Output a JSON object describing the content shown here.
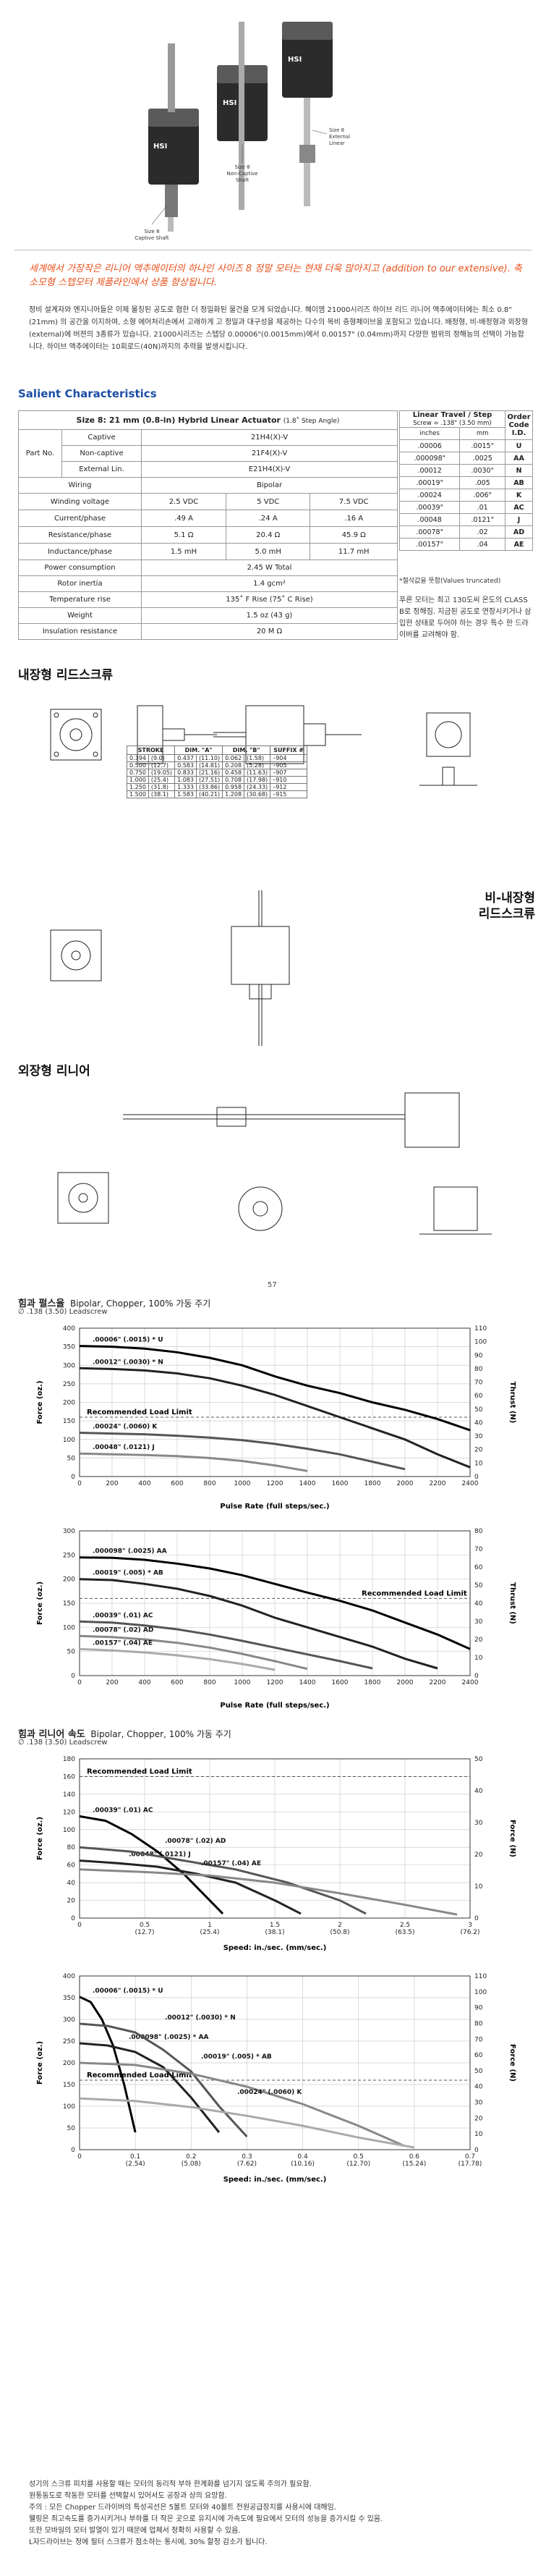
{
  "hero": {
    "labels": {
      "captive": [
        "Size 8",
        "Captive Shaft"
      ],
      "noncaptive": [
        "Size 8",
        "Non-Captive",
        "Shaft"
      ],
      "external": [
        "Size 8",
        "External",
        "Linear"
      ]
    }
  },
  "intro": {
    "lead": "세계에서 가장작은 리니어 액추에이터의 하나인 사이즈 8 정말 모터는 현재 더욱 많아지고 (addition to our extensive). 축소모형 스텝모터 제품라인에서 상품 향상됩니다.",
    "body": "정비 설계자와 엔지니어들은 이제 몰칭된 공도로 협한 더 정밀화된 물건을 모게 되었습니다. 혜이엠 21000시리즈 하이브 리드 리니어 액추에이터에는 최소 0.8\"(21mm) 의 공간을 이지하여, 소형 에어처리손에서 고래하게 고 정밀과 대구성을 제공하는 다수의 목비 층형체이브을 포함되고 있습니다. 배정형, 비-배정형과 외장형(external)에 버젼의 3종류가 있습니다. 21000시리즈는 스텝당 0.00006\"(0.0015mm)에서 0.00157\" (0.04mm)까지 다양한 범위의 정해능의 선택이 가능합니다. 하이브 액추에이터는 10회로드(40N)까지의 추력을 발생시킵니다."
  },
  "salient": {
    "title": "Salient Characteristics",
    "size_header": "Size 8:  21 mm (0.8-in) Hybrid Linear Actuator",
    "size_header_sub": "(1.8˚ Step Angle)",
    "part_no_label": "Part No.",
    "rows_part": [
      {
        "label": "Captive",
        "value": "21H4(X)-V"
      },
      {
        "label": "Non-captive",
        "value": "21F4(X)-V"
      },
      {
        "label": "External Lin.",
        "value": "E21H4(X)-V"
      }
    ],
    "wiring": {
      "label": "Wiring",
      "value": "Bipolar"
    },
    "winding": {
      "label": "Winding voltage",
      "values": [
        "2.5 VDC",
        "5 VDC",
        "7.5 VDC"
      ]
    },
    "current": {
      "label": "Current/phase",
      "values": [
        ".49 A",
        ".24 A",
        ".16 A"
      ]
    },
    "resistance": {
      "label": "Resistance/phase",
      "values": [
        "5.1 Ω",
        "20.4 Ω",
        "45.9 Ω"
      ]
    },
    "inductance": {
      "label": "Inductance/phase",
      "values": [
        "1.5 mH",
        "5.0 mH",
        "11.7 mH"
      ]
    },
    "power": {
      "label": "Power consumption",
      "value": "2.45 W Total"
    },
    "inertia": {
      "label": "Rotor inertia",
      "value": "1.4 gcm²"
    },
    "temp": {
      "label": "Temperature rise",
      "value": "135˚ F Rise  (75˚ C Rise)"
    },
    "weight": {
      "label": "Weight",
      "value": "1.5 oz (43 g)"
    },
    "insulation": {
      "label": "Insulation resistance",
      "value": "20 M Ω"
    }
  },
  "linear_travel": {
    "header": "Linear Travel / Step",
    "header_sub": "Screw = .138\" (3.50 mm)",
    "col_in": "inches",
    "col_mm": "mm",
    "order_header": "Order Code I.D.",
    "rows": [
      [
        ".00006",
        ".0015\"",
        "U"
      ],
      [
        ".000098\"",
        ".0025",
        "AA"
      ],
      [
        ".00012",
        ".0030\"",
        "N"
      ],
      [
        ".00019\"",
        ".005",
        "AB"
      ],
      [
        ".00024",
        ".006\"",
        "K"
      ],
      [
        ".00039\"",
        ".01",
        "AC"
      ],
      [
        ".00048",
        ".0121\"",
        "J"
      ],
      [
        ".00078\"",
        ".02",
        "AD"
      ],
      [
        ".00157\"",
        ".04",
        "AE"
      ]
    ],
    "note": "*절삭값을 뜻함(Values truncated)",
    "note2": "푸른 모터는 최고 130도씨 온도의 CLASS B로 정해짐. 지금된 공도로 연장시키거나 삼입한 상태로 두어야 하는 경우 특수 한 드라이버를 교려해야 함."
  },
  "sections": {
    "captive": "내장형 리드스크류",
    "noncaptive": [
      "비-내장형",
      "리드스크류"
    ],
    "external": "외장형 리니어",
    "page_number": "57"
  },
  "captive_table": {
    "headers": [
      "STROKE",
      "DIM. \"A\"",
      "DIM. \"B\"",
      "SUFFIX #"
    ],
    "rows": [
      [
        "0.394",
        "(9.0)",
        "0.437",
        "(11.10)",
        "0.062",
        "(1.58)",
        "–904"
      ],
      [
        "0.500",
        "(12.7)",
        "0.583",
        "(14.81)",
        "0.208",
        "(5.28)",
        "–905"
      ],
      [
        "0.750",
        "(19.05)",
        "0.833",
        "(21.16)",
        "0.458",
        "(11.63)",
        "–907"
      ],
      [
        "1.000",
        "(25.4)",
        "1.083",
        "(27.51)",
        "0.708",
        "(17.98)",
        "–910"
      ],
      [
        "1.250",
        "(31.8)",
        "1.333",
        "(33.86)",
        "0.958",
        "(24.33)",
        "–912"
      ],
      [
        "1.500",
        "(38.1)",
        "1.583",
        "(40.21)",
        "1.208",
        "(30.68)",
        "–915"
      ]
    ]
  },
  "charts": {
    "thrust": {
      "title_kor": "힘과 펄스율",
      "title_en": "Bipolar, Chopper, 100% 가동 주기",
      "subtitle": "∅ .138 (3.50) Leadscrew"
    },
    "speed": {
      "title_kor": "힘과 리니어 속도",
      "title_en": "Bipolar, Chopper, 100% 가동 주기",
      "subtitle": "∅ .138 (3.50) Leadscrew"
    }
  },
  "chart_data": [
    {
      "type": "line",
      "xlabel": "Pulse Rate (full steps/sec.)",
      "ylabel": "Force (oz.)",
      "y2label": "Thrust (N)",
      "x": [
        0,
        200,
        400,
        600,
        800,
        1000,
        1200,
        1400,
        1600,
        1800,
        2000,
        2200,
        2400
      ],
      "xlim": [
        0,
        2400
      ],
      "ylim": [
        0,
        400
      ],
      "y2lim": [
        0,
        110
      ],
      "y2ticks": [
        0,
        10,
        20,
        30,
        40,
        50,
        60,
        70,
        80,
        90,
        100,
        110
      ],
      "yticks": [
        0,
        50,
        100,
        150,
        200,
        250,
        300,
        350,
        400
      ],
      "annotation": {
        "text": "Recommended Load Limit",
        "y": 160
      },
      "series": [
        {
          "name": ".00006\" (.0015) * U",
          "values": [
            352,
            350,
            345,
            335,
            320,
            300,
            270,
            245,
            225,
            200,
            180,
            155,
            125
          ]
        },
        {
          "name": ".00012\" (.0030) * N",
          "values": [
            292,
            290,
            286,
            278,
            265,
            245,
            220,
            190,
            160,
            130,
            100,
            60,
            25
          ]
        },
        {
          "name": ".00024\" (.0060) K",
          "values": [
            118,
            116,
            114,
            110,
            105,
            98,
            88,
            75,
            60,
            40,
            20,
            null,
            null
          ]
        },
        {
          "name": ".00048\" (.0121) J",
          "values": [
            62,
            60,
            58,
            55,
            50,
            42,
            30,
            15,
            null,
            null,
            null,
            null,
            null
          ]
        }
      ]
    },
    {
      "type": "line",
      "xlabel": "Pulse Rate (full steps/sec.)",
      "ylabel": "Force (oz.)",
      "y2label": "Thrust (N)",
      "x": [
        0,
        200,
        400,
        600,
        800,
        1000,
        1200,
        1400,
        1600,
        1800,
        2000,
        2200,
        2400
      ],
      "xlim": [
        0,
        2400
      ],
      "ylim": [
        0,
        300
      ],
      "y2lim": [
        0,
        80
      ],
      "yticks": [
        0,
        50,
        100,
        150,
        200,
        250,
        300
      ],
      "y2ticks": [
        0,
        10,
        20,
        30,
        40,
        50,
        60,
        70,
        80
      ],
      "annotation": {
        "text": "Recommended Load Limit",
        "y": 160
      },
      "series": [
        {
          "name": ".000098\" (.0025) AA",
          "values": [
            245,
            244,
            240,
            232,
            222,
            208,
            190,
            172,
            155,
            135,
            110,
            85,
            55
          ]
        },
        {
          "name": ".00019\" (.005) * AB",
          "values": [
            200,
            198,
            190,
            180,
            165,
            145,
            120,
            100,
            80,
            60,
            35,
            15,
            null
          ]
        },
        {
          "name": ".00039\" (.01) AC",
          "values": [
            112,
            110,
            104,
            96,
            85,
            72,
            58,
            44,
            30,
            15,
            null,
            null,
            null
          ]
        },
        {
          "name": ".00078\" (.02) AD",
          "values": [
            82,
            80,
            75,
            68,
            58,
            45,
            30,
            14,
            null,
            null,
            null,
            null,
            null
          ]
        },
        {
          "name": ".00157\" (.04) AE",
          "values": [
            55,
            52,
            48,
            42,
            34,
            24,
            12,
            null,
            null,
            null,
            null,
            null,
            null
          ]
        }
      ]
    },
    {
      "type": "line",
      "xlabel": "Speed: in./sec. (mm/sec.)",
      "ylabel": "Force (oz.)",
      "y2label": "Force (N)",
      "xticks": [
        "0",
        "0.5\n(12.7)",
        "1\n(25.4)",
        "1.5\n(38.1)",
        "2\n(50.8)",
        "2.5\n(63.5)",
        "3\n(76.2)"
      ],
      "xlim": [
        0,
        3
      ],
      "ylim": [
        0,
        180
      ],
      "y2lim": [
        0,
        50
      ],
      "yticks": [
        0,
        20,
        40,
        60,
        80,
        100,
        120,
        140,
        160,
        180
      ],
      "y2ticks": [
        0,
        10,
        20,
        30,
        40,
        50
      ],
      "annotation": {
        "text": "Recommended Load Limit",
        "y": 160
      },
      "series": [
        {
          "name": ".00039\" (.01) AC",
          "x": [
            0,
            0.2,
            0.4,
            0.6,
            0.8,
            1.0,
            1.1
          ],
          "values": [
            115,
            110,
            95,
            75,
            50,
            20,
            5
          ]
        },
        {
          "name": ".00048\" (.0121) J",
          "x": [
            0,
            0.3,
            0.6,
            0.9,
            1.2,
            1.5,
            1.7
          ],
          "values": [
            65,
            62,
            58,
            50,
            40,
            20,
            5
          ]
        },
        {
          "name": ".00078\" (.02) AD",
          "x": [
            0,
            0.4,
            0.8,
            1.2,
            1.6,
            2.0,
            2.2
          ],
          "values": [
            80,
            75,
            65,
            55,
            40,
            20,
            5
          ]
        },
        {
          "name": ".00157\" (.04) AE",
          "x": [
            0,
            0.5,
            1.0,
            1.5,
            2.0,
            2.5,
            2.9
          ],
          "values": [
            55,
            52,
            48,
            40,
            28,
            15,
            4
          ]
        }
      ]
    },
    {
      "type": "line",
      "xlabel": "Speed: in./sec. (mm/sec.)",
      "ylabel": "Force (oz.)",
      "y2label": "Force (N)",
      "xticks": [
        "0",
        "0.1\n(2.54)",
        "0.2\n(5.08)",
        "0.3\n(7.62)",
        "0.4\n(10.16)",
        "0.5\n(12.70)",
        "0.6\n(15.24)",
        "0.7\n(17.78)"
      ],
      "xlim": [
        0,
        0.7
      ],
      "ylim": [
        0,
        400
      ],
      "y2lim": [
        0,
        110
      ],
      "yticks": [
        0,
        50,
        100,
        150,
        200,
        250,
        300,
        350,
        400
      ],
      "y2ticks": [
        0,
        10,
        20,
        30,
        40,
        50,
        60,
        70,
        80,
        90,
        100,
        110
      ],
      "annotation": {
        "text": "Recommended Load Limit",
        "y": 160
      },
      "series": [
        {
          "name": ".00006\" (.0015) * U",
          "x": [
            0,
            0.02,
            0.04,
            0.06,
            0.08,
            0.1
          ],
          "values": [
            352,
            340,
            300,
            240,
            150,
            40
          ]
        },
        {
          "name": ".000098\" (.0025) * AA",
          "x": [
            0,
            0.05,
            0.1,
            0.15,
            0.2,
            0.25
          ],
          "values": [
            245,
            240,
            225,
            190,
            120,
            40
          ]
        },
        {
          "name": ".00012\" (.0030) * N",
          "x": [
            0,
            0.05,
            0.1,
            0.15,
            0.2,
            0.25,
            0.3
          ],
          "values": [
            290,
            285,
            270,
            230,
            180,
            100,
            30
          ]
        },
        {
          "name": ".00019\" (.005) * AB",
          "x": [
            0,
            0.1,
            0.2,
            0.3,
            0.4,
            0.5,
            0.58
          ],
          "values": [
            200,
            195,
            175,
            145,
            105,
            55,
            10
          ]
        },
        {
          "name": ".00024\" (.0060) K",
          "x": [
            0,
            0.1,
            0.2,
            0.3,
            0.4,
            0.5,
            0.6
          ],
          "values": [
            118,
            112,
            98,
            78,
            55,
            28,
            5
          ]
        }
      ]
    }
  ],
  "footer": {
    "lines": [
      "성기의 스크류 피치를 사용할 때는 모터의 동리적 부하 한계화를 넘기지 않도록 주의가 필요함.",
      "원통동도로 작동한 모터를 선택할시 있어서도 공장과 상의 요망함.",
      "주의 : 모든 Chopper 드라이버의 특성곡선은 5볼트 모터와 40볼트 전원공급장치를 사용시에 대해임.",
      "웰링은 최고속도를 증가시키거나 부하를 더 작은 곳으로 유지시에 가속도에 필요에서 모터의 성능을 증가시킬 수 있음.",
      "또한 모바일의 모터 발열이 있기 때문에 업체서 정확히 사용할 수 있음.",
      "L자드라이브는 정에 필터 스크류가 점소하는 통시에, 30% 할정 감소가 됩니다."
    ]
  }
}
